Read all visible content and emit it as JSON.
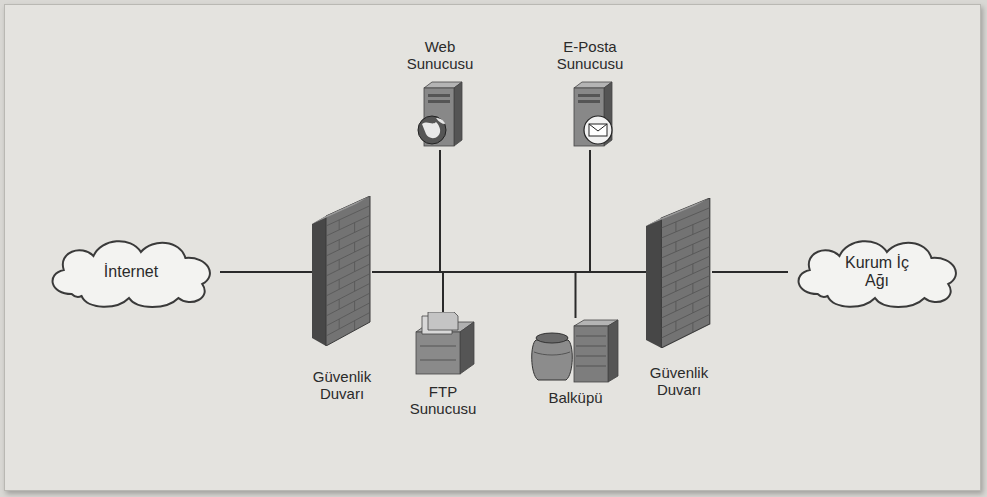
{
  "diagram": {
    "nodes": [
      {
        "text": [
          "İnternet"
        ]
      },
      {
        "text": [
          "Güvenlik Duvarı"
        ]
      },
      {
        "text": [
          "Web Sunucusu"
        ]
      },
      {
        "text": [
          "E-Posta Sunucusu"
        ]
      },
      {
        "text": [
          "FTP Sunucusu"
        ]
      },
      {
        "text": [
          "Balküpü"
        ]
      },
      {
        "text": [
          "Güvenlik Duvarı"
        ]
      },
      {
        "text": [
          "Kurum İç Ağı"
        ]
      }
    ],
    "edges": [
      {
        "from": 0,
        "to": 1,
        "arrow": "none"
      },
      {
        "from": 1,
        "to": 2,
        "arrow": "none"
      },
      {
        "from": 1,
        "to": 3,
        "arrow": "none"
      },
      {
        "from": 1,
        "to": 4,
        "arrow": "none"
      },
      {
        "from": 1,
        "to": 5,
        "arrow": "none"
      },
      {
        "from": 1,
        "to": 6,
        "arrow": "none"
      },
      {
        "from": 6,
        "to": 7,
        "arrow": "none"
      }
    ]
  }
}
